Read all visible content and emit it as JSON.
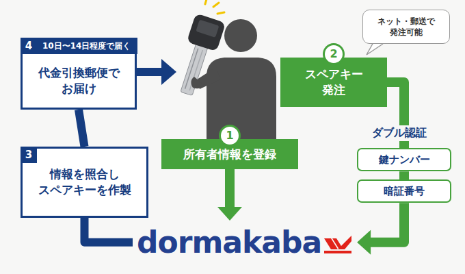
{
  "diagram": {
    "nodes": [
      {
        "text": [
          "1",
          "所有者情報を登録"
        ]
      },
      {
        "text": [
          "2",
          "スペアキー 発注"
        ]
      },
      {
        "text": [
          "ネット・郵送で 発注可能"
        ]
      },
      {
        "text": [
          "鍵ナンバー"
        ]
      },
      {
        "text": [
          "暗証番号"
        ]
      },
      {
        "text": [
          "dormakaba"
        ]
      },
      {
        "text": [
          "3",
          "情報を照合し スペアキーを作製"
        ]
      },
      {
        "text": [
          "4",
          "10日〜14日程度で届く",
          "代金引換郵便で お届け"
        ]
      }
    ],
    "edges": [
      {
        "from": 0,
        "to": 5,
        "arrow": "to"
      },
      {
        "from": 1,
        "to": 3,
        "arrow": "none"
      },
      {
        "from": 3,
        "to": 4,
        "arrow": "none"
      },
      {
        "from": 4,
        "to": 5,
        "arrow": "to"
      },
      {
        "from": 5,
        "to": 6,
        "arrow": "none"
      },
      {
        "from": 6,
        "to": 7,
        "arrow": "none"
      }
    ],
    "labels": [
      "ダブル認証"
    ]
  }
}
